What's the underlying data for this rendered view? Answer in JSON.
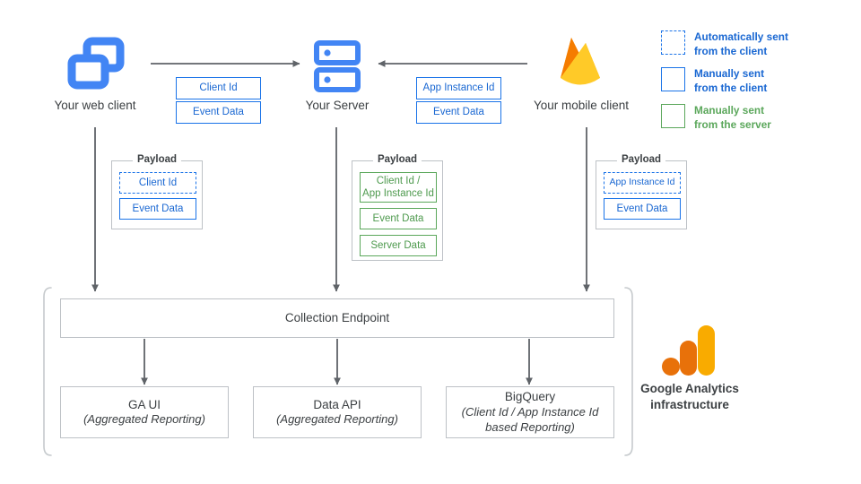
{
  "nodes": {
    "web_client": {
      "label": "Your web client",
      "icon": "windows-icon"
    },
    "server": {
      "label": "Your Server",
      "icon": "server-icon"
    },
    "mobile_client": {
      "label": "Your mobile client",
      "icon": "firebase-flame-icon"
    }
  },
  "transport_tags": {
    "web_to_server": [
      {
        "text": "Client Id",
        "style": "blue"
      },
      {
        "text": "Event Data",
        "style": "blue"
      }
    ],
    "mobile_to_server": [
      {
        "text": "App Instance Id",
        "style": "blue"
      },
      {
        "text": "Event Data",
        "style": "blue"
      }
    ]
  },
  "payloads": {
    "title": "Payload",
    "web": [
      {
        "text": "Client Id",
        "style": "blue-dash"
      },
      {
        "text": "Event Data",
        "style": "blue"
      }
    ],
    "server": [
      {
        "text": "Client Id /\nApp Instance Id",
        "style": "green"
      },
      {
        "text": "Event Data",
        "style": "green"
      },
      {
        "text": "Server Data",
        "style": "green"
      }
    ],
    "mobile": [
      {
        "text": "App Instance Id",
        "style": "blue-dash"
      },
      {
        "text": "Event Data",
        "style": "blue"
      }
    ]
  },
  "collection": {
    "endpoint_label": "Collection Endpoint",
    "outputs": [
      {
        "title": "GA UI",
        "sub": "(Aggregated Reporting)"
      },
      {
        "title": "Data API",
        "sub": "(Aggregated Reporting)"
      },
      {
        "title": "BigQuery",
        "sub": "(Client Id / App Instance Id\nbased Reporting)"
      }
    ]
  },
  "ga_infrastructure": {
    "label": "Google Analytics\ninfrastructure",
    "icon": "google-analytics-icon"
  },
  "legend": {
    "items": [
      {
        "style": "dashed-blue",
        "line1": "Automatically sent",
        "line2": "from the client",
        "color": "#1967d2"
      },
      {
        "style": "solid-blue",
        "line1": "Manually sent",
        "line2": "from the client",
        "color": "#1967d2"
      },
      {
        "style": "solid-green",
        "line1": "Manually sent",
        "line2": "from the server",
        "color": "#5ba75b"
      }
    ]
  },
  "colors": {
    "blue": "#1a73e8",
    "blue_text": "#1967d2",
    "green": "#5ba75b",
    "gray_border": "#bdc1c6",
    "arrow": "#5f6368",
    "ga_orange": "#f29900",
    "ga_amber": "#fbbc04",
    "firebase_amber": "#ffa000",
    "firebase_yellow": "#ffca28"
  }
}
